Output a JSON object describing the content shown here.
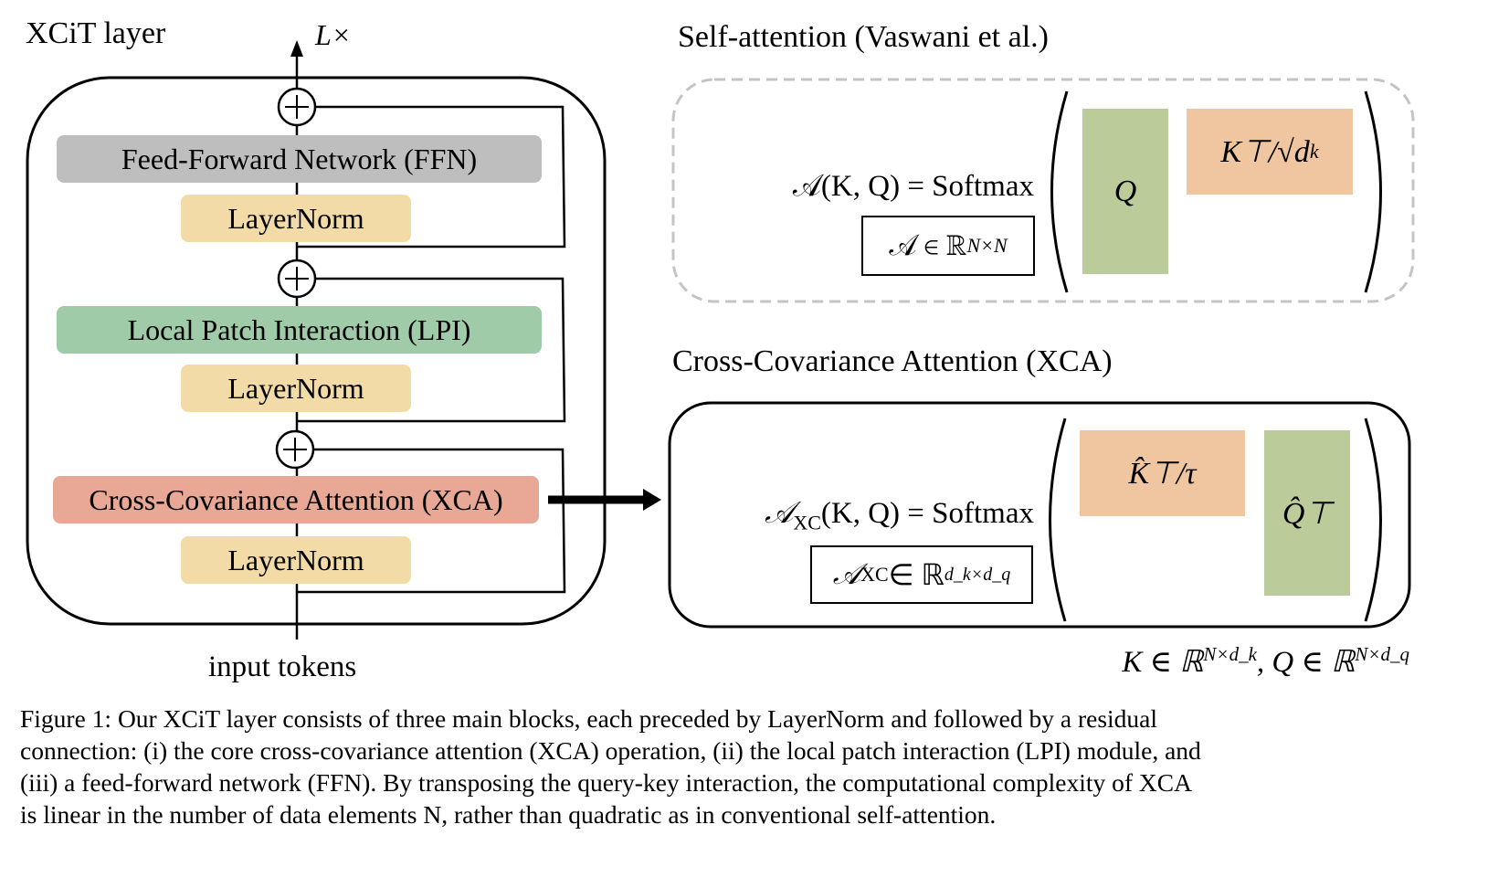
{
  "left": {
    "title": "XCiT layer",
    "repeat_label": "L×",
    "blocks": {
      "ffn": "Feed-Forward Network (FFN)",
      "ln1": "LayerNorm",
      "lpi": "Local Patch Interaction (LPI)",
      "ln2": "LayerNorm",
      "xca": "Cross-Covariance Attention (XCA)",
      "ln3": "LayerNorm"
    },
    "input_label": "input tokens",
    "plus_symbol": "+"
  },
  "self_attention": {
    "title": "Self-attention (Vaswani et al.)",
    "formula": "𝒜(K, Q) = Softmax",
    "dims": "𝒜 ∈ ℝ",
    "dims_sup": "N×N",
    "q_label": "Q",
    "k_label": "K⊤/√d",
    "k_sub": "k"
  },
  "xca": {
    "title": "Cross-Covariance Attention (XCA)",
    "formula_a": "𝒜",
    "formula_sub": "XC",
    "formula_rest": "(K, Q) = Softmax",
    "dims_a": "𝒜",
    "dims_sub": "XC",
    "dims_rest": " ∈ ℝ",
    "dims_sup": "d_k×d_q",
    "k_label": "K̂⊤/τ",
    "q_label": "Q̂⊤"
  },
  "shapes_note": {
    "k_part": "K ∈ ℝ",
    "k_sup": "N×d_k",
    "sep": ", ",
    "q_part": "Q ∈ ℝ",
    "q_sup": "N×d_q"
  },
  "caption": {
    "lines": [
      "Figure 1: Our XCiT layer consists of three main blocks, each preceded by LayerNorm and followed by a residual",
      "connection: (i) the core cross-covariance attention (XCA) operation, (ii) the local patch interaction (LPI) module, and",
      "(iii) a feed-forward network (FFN). By transposing the query-key interaction, the computational complexity of XCA",
      "is linear in the number of data elements N, rather than quadratic as in conventional self-attention."
    ]
  },
  "colors": {
    "ffn": "#bebebe",
    "layernorm": "#f2dba6",
    "lpi": "#a0cba8",
    "xca": "#e8a895",
    "query": "#bbcb9a",
    "key": "#f0c6a0",
    "dashed_border": "#c4c4c4"
  }
}
